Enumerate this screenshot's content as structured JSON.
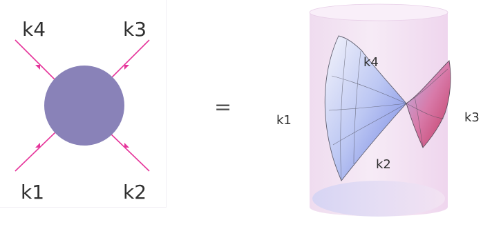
{
  "vertex": {
    "k4": "k4",
    "k3": "k3",
    "k1": "k1",
    "k2": "k2",
    "blob_color": "#8982b8",
    "arrow_color": "#e6359b"
  },
  "equals": "=",
  "surface": {
    "k1": "k1",
    "k2": "k2",
    "k3": "k3",
    "k4": "k4",
    "cylinder_color": "#efd9ef"
  }
}
